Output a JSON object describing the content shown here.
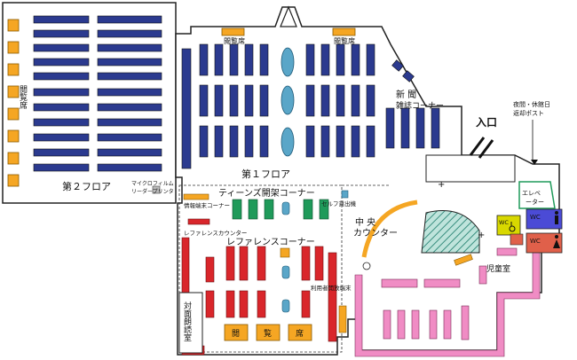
{
  "floor2": {
    "name": "第２フロア",
    "reading_vertical": "閲覧席",
    "microfilm_line1": "マイクロフィルム",
    "microfilm_line2": "リーダープリンタ"
  },
  "floor1": {
    "name": "第１フロア",
    "reading_top_left": "閲覧席",
    "reading_top_right": "閲覧席",
    "newspaper_line1": "新 聞",
    "newspaper_line2": "雑誌コーナー",
    "entrance": "入口",
    "return_post_line1": "夜間・休館日",
    "return_post_line2": "返却ポスト",
    "elevator_line1": "エレベ",
    "elevator_line2": "ーター",
    "teens": "ティーンズ開架コーナー",
    "info_terminal": "情報端末コーナー",
    "reference_counter": "レファレンスカウンター",
    "reference_corner": "レファレンスコーナー",
    "self_checkout": "セルフ貸出機",
    "central_counter_line1": "中 央",
    "central_counter_line2": "カウンター",
    "user_terminal": "利用者開放端末",
    "face_reading": "対面朗読室",
    "reading_bottom": [
      "閲",
      "覧",
      "席"
    ],
    "children_room": "児童室",
    "wc1": "WC",
    "wc2": "WC",
    "wc3": "WC"
  },
  "colors": {
    "shelf": "#2b3a8f",
    "reading_seat": "#f5a623",
    "reference": "#d9262b",
    "teens": "#1f9a5a",
    "children": "#f08cc4",
    "pillar": "#5aa6c8",
    "counter": "#f5a623"
  }
}
